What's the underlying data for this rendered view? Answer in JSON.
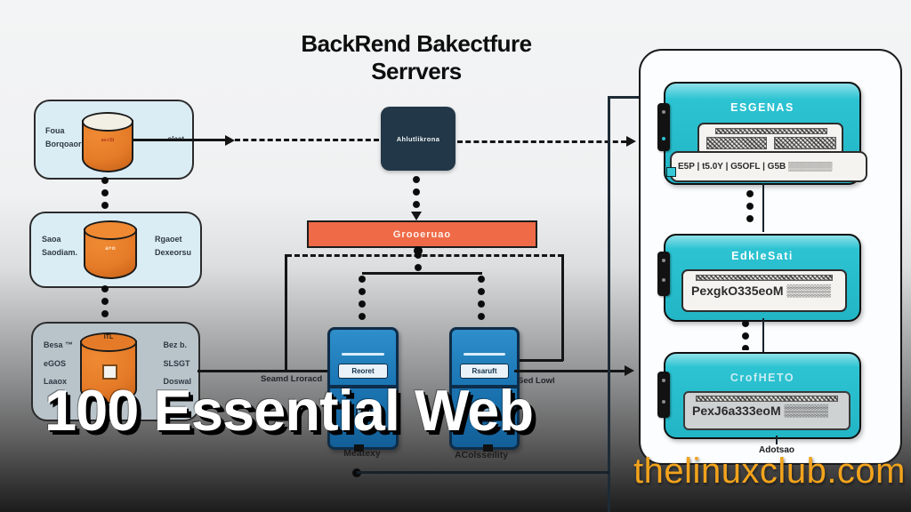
{
  "header": {
    "title": "BackRend Bakectfure\nSerrvers"
  },
  "overlay": {
    "headline": "100 Essential Web",
    "website": "thelinuxclub.com"
  },
  "left_column": {
    "box1": {
      "left_label": "Foua\nBorqoaork",
      "right_label": "olaat",
      "cylinder_text": "as+SI"
    },
    "box2": {
      "left_label": "Saoa\nSaodiam.",
      "right_label": "Rgaoet\nDexeorsu",
      "cylinder_text": "a+o"
    },
    "box3": {
      "left_label": "Besa ™\neGOS\nLaaox",
      "right_label": "Bez b.\nSLSGT\nDoswal",
      "cylinder_text": "ITL"
    }
  },
  "center": {
    "gateway_label": "Ahlutlikrona",
    "bus_label": "Grooeruao",
    "left_server": {
      "label": "Reoret",
      "caption": "Meatexy"
    },
    "right_server": {
      "label": "Rsaruft",
      "caption": "AColsseility"
    },
    "left_edge_label": "Seamd Lroracd",
    "right_edge_label": "Sed Lowl"
  },
  "right_panel": {
    "servers": [
      {
        "title": "ESGENAS",
        "detail": "E5P | t5.0Y | G5OFL | G5B ▒▒▒▒▒▒▒"
      },
      {
        "title": "EdkleSati",
        "detail": "PexgkO335eoM ▒▒▒▒▒"
      },
      {
        "title": "CrofHETO",
        "detail": "PexJ6a333eoM ▒▒▒▒▒",
        "caption": "Adotsao"
      }
    ]
  },
  "colors": {
    "panel_teal": "#2cc3d2",
    "bus_orange": "#ef6a47",
    "cylinder_orange": "#e57b28",
    "server_blue": "#1b76b4",
    "gateway_navy": "#223747",
    "website_orange": "#f2a31c",
    "box_light_blue": "#dbedf4",
    "box_gray": "#b8c3ca"
  }
}
